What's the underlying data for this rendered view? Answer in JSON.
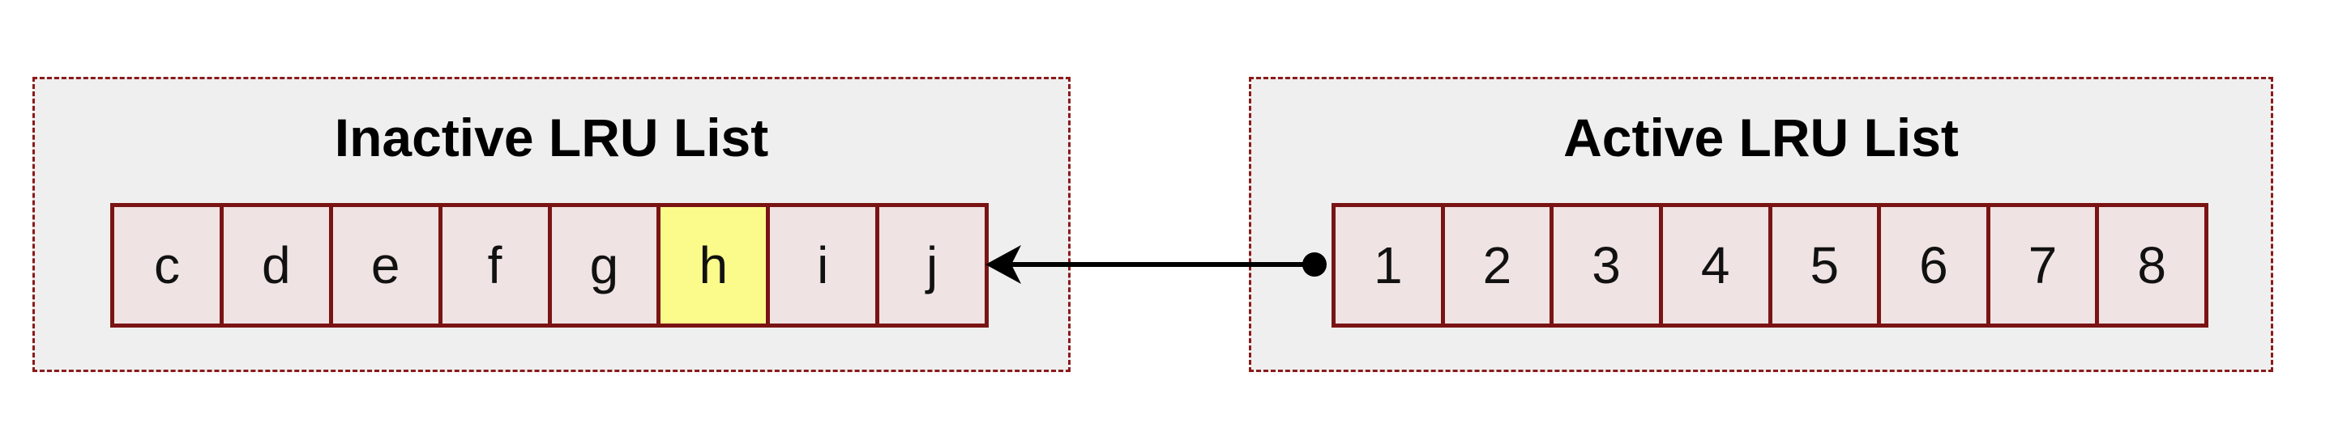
{
  "inactive_list": {
    "title": "Inactive LRU List",
    "items": [
      "c",
      "d",
      "e",
      "f",
      "g",
      "h",
      "i",
      "j"
    ],
    "highlighted_item": "h"
  },
  "active_list": {
    "title": "Active LRU List",
    "items": [
      "1",
      "2",
      "3",
      "4",
      "5",
      "6",
      "7",
      "8"
    ]
  },
  "colors": {
    "panel_border": "#8b1a1a",
    "panel_fill": "#efefef",
    "cell_border": "#7a1414",
    "cell_fill": "#efe3e3",
    "highlight_fill": "#fbfb8c",
    "arrow": "#000000"
  }
}
